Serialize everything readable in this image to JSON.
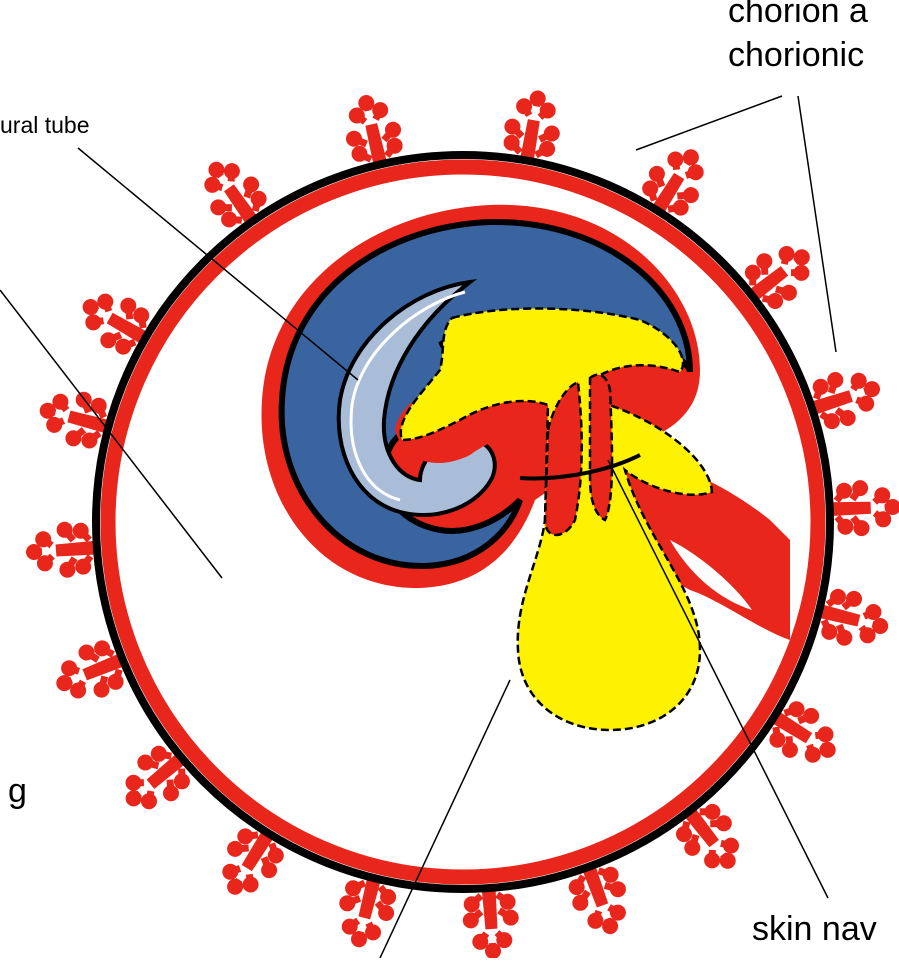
{
  "labels": {
    "neural_tube": "ural tube",
    "chorion_line1": "chorion a",
    "chorion_line2": "chorionic",
    "left_fragment": "g",
    "skin": "skin nav"
  },
  "colors": {
    "red": "#e8261c",
    "black": "#000000",
    "blue": "#3a64a0",
    "light_blue": "#a9bdd8",
    "yellow": "#fff200",
    "white": "#ffffff"
  }
}
